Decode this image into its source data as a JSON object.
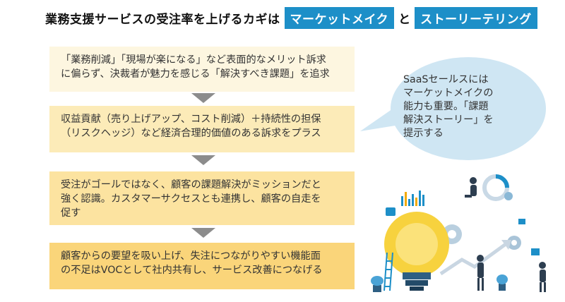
{
  "title": {
    "prefix": "業務支援サービスの受注率を上げるカギは",
    "highlight1": "マーケットメイク",
    "connector": "と",
    "highlight2": "ストーリーテリング"
  },
  "steps": [
    {
      "lines": [
        "「業務削減」「現場が楽になる」など表面的なメリット訴求",
        "に偏らず、決裁者が魅力を感じる「解決すべき課題」を追求"
      ]
    },
    {
      "lines": [
        "収益貢献（売り上げアップ、コスト削減）＋持続性の担保",
        "（リスクヘッジ）など経済合理的価値のある訴求をプラス"
      ]
    },
    {
      "lines": [
        "受注がゴールではなく、顧客の課題解決がミッションだと",
        "強く認識。カスタマーサクセスとも連携し、顧客の自走を",
        "促す"
      ]
    },
    {
      "lines": [
        "顧客からの要望を吸い上げ、失注につながりやすい機能面",
        "の不足はVOCとして社内共有し、サービス改善につなげる"
      ]
    }
  ],
  "bubble": {
    "lines": [
      "SaaSセールスには",
      "マーケットメイクの",
      "能力も重要。「課題",
      "解決ストーリー」を",
      "提示する"
    ]
  },
  "colors": {
    "accent": "#1d8fc8",
    "bubble": "#cfe6f3",
    "arrow": "#8c8c8c",
    "step1": "#fdf6e0",
    "step2": "#fcebb8",
    "step3": "#fce3a0",
    "step4": "#fad57a"
  }
}
